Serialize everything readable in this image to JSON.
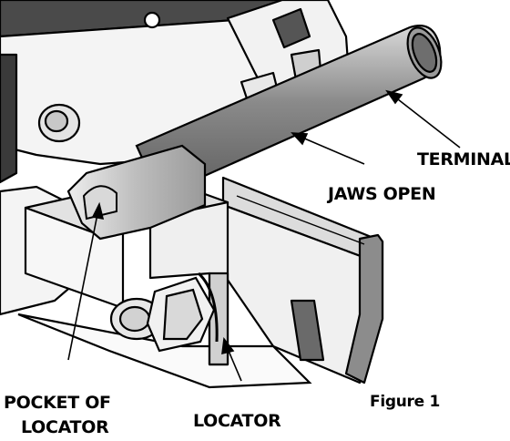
{
  "figure": {
    "caption": "Figure 1",
    "labels": {
      "terminal": "TERMINAL",
      "jaws_open": "JAWS OPEN",
      "pocket_line1": "POCKET OF",
      "pocket_line2": "LOCATOR",
      "locator": "LOCATOR"
    }
  }
}
